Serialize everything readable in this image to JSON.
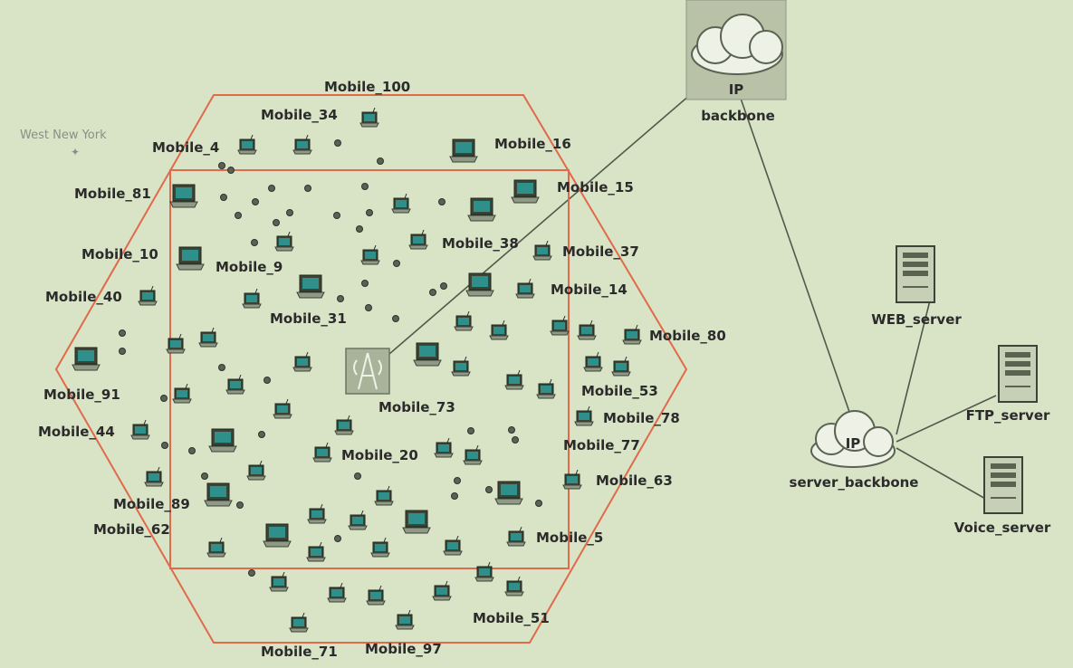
{
  "map": {
    "city_label": "West New York"
  },
  "backbone": {
    "ip_label": "IP",
    "name": "backbone"
  },
  "server_backbone": {
    "ip_label": "IP",
    "name": "server_backbone"
  },
  "servers": {
    "web": "WEB_server",
    "ftp": "FTP_server",
    "voice": "Voice_server"
  },
  "mobiles": {
    "m100": "Mobile_100",
    "m34": "Mobile_34",
    "m4": "Mobile_4",
    "m16": "Mobile_16",
    "m81": "Mobile_81",
    "m15": "Mobile_15",
    "m38": "Mobile_38",
    "m37": "Mobile_37",
    "m10": "Mobile_10",
    "m9": "Mobile_9",
    "m14": "Mobile_14",
    "m40": "Mobile_40",
    "m31": "Mobile_31",
    "m80": "Mobile_80",
    "m91": "Mobile_91",
    "m53": "Mobile_53",
    "m73": "Mobile_73",
    "m78": "Mobile_78",
    "m44": "Mobile_44",
    "m20": "Mobile_20",
    "m77": "Mobile_77",
    "m63": "Mobile_63",
    "m89": "Mobile_89",
    "m62": "Mobile_62",
    "m5": "Mobile_5",
    "m51": "Mobile_51",
    "m71": "Mobile_71",
    "m97": "Mobile_97"
  },
  "colors": {
    "background": "#d9e3c6",
    "cell_border": "#e06a4a",
    "link": "#4f5a4a",
    "laptop_screen": "#2f8f8a"
  }
}
